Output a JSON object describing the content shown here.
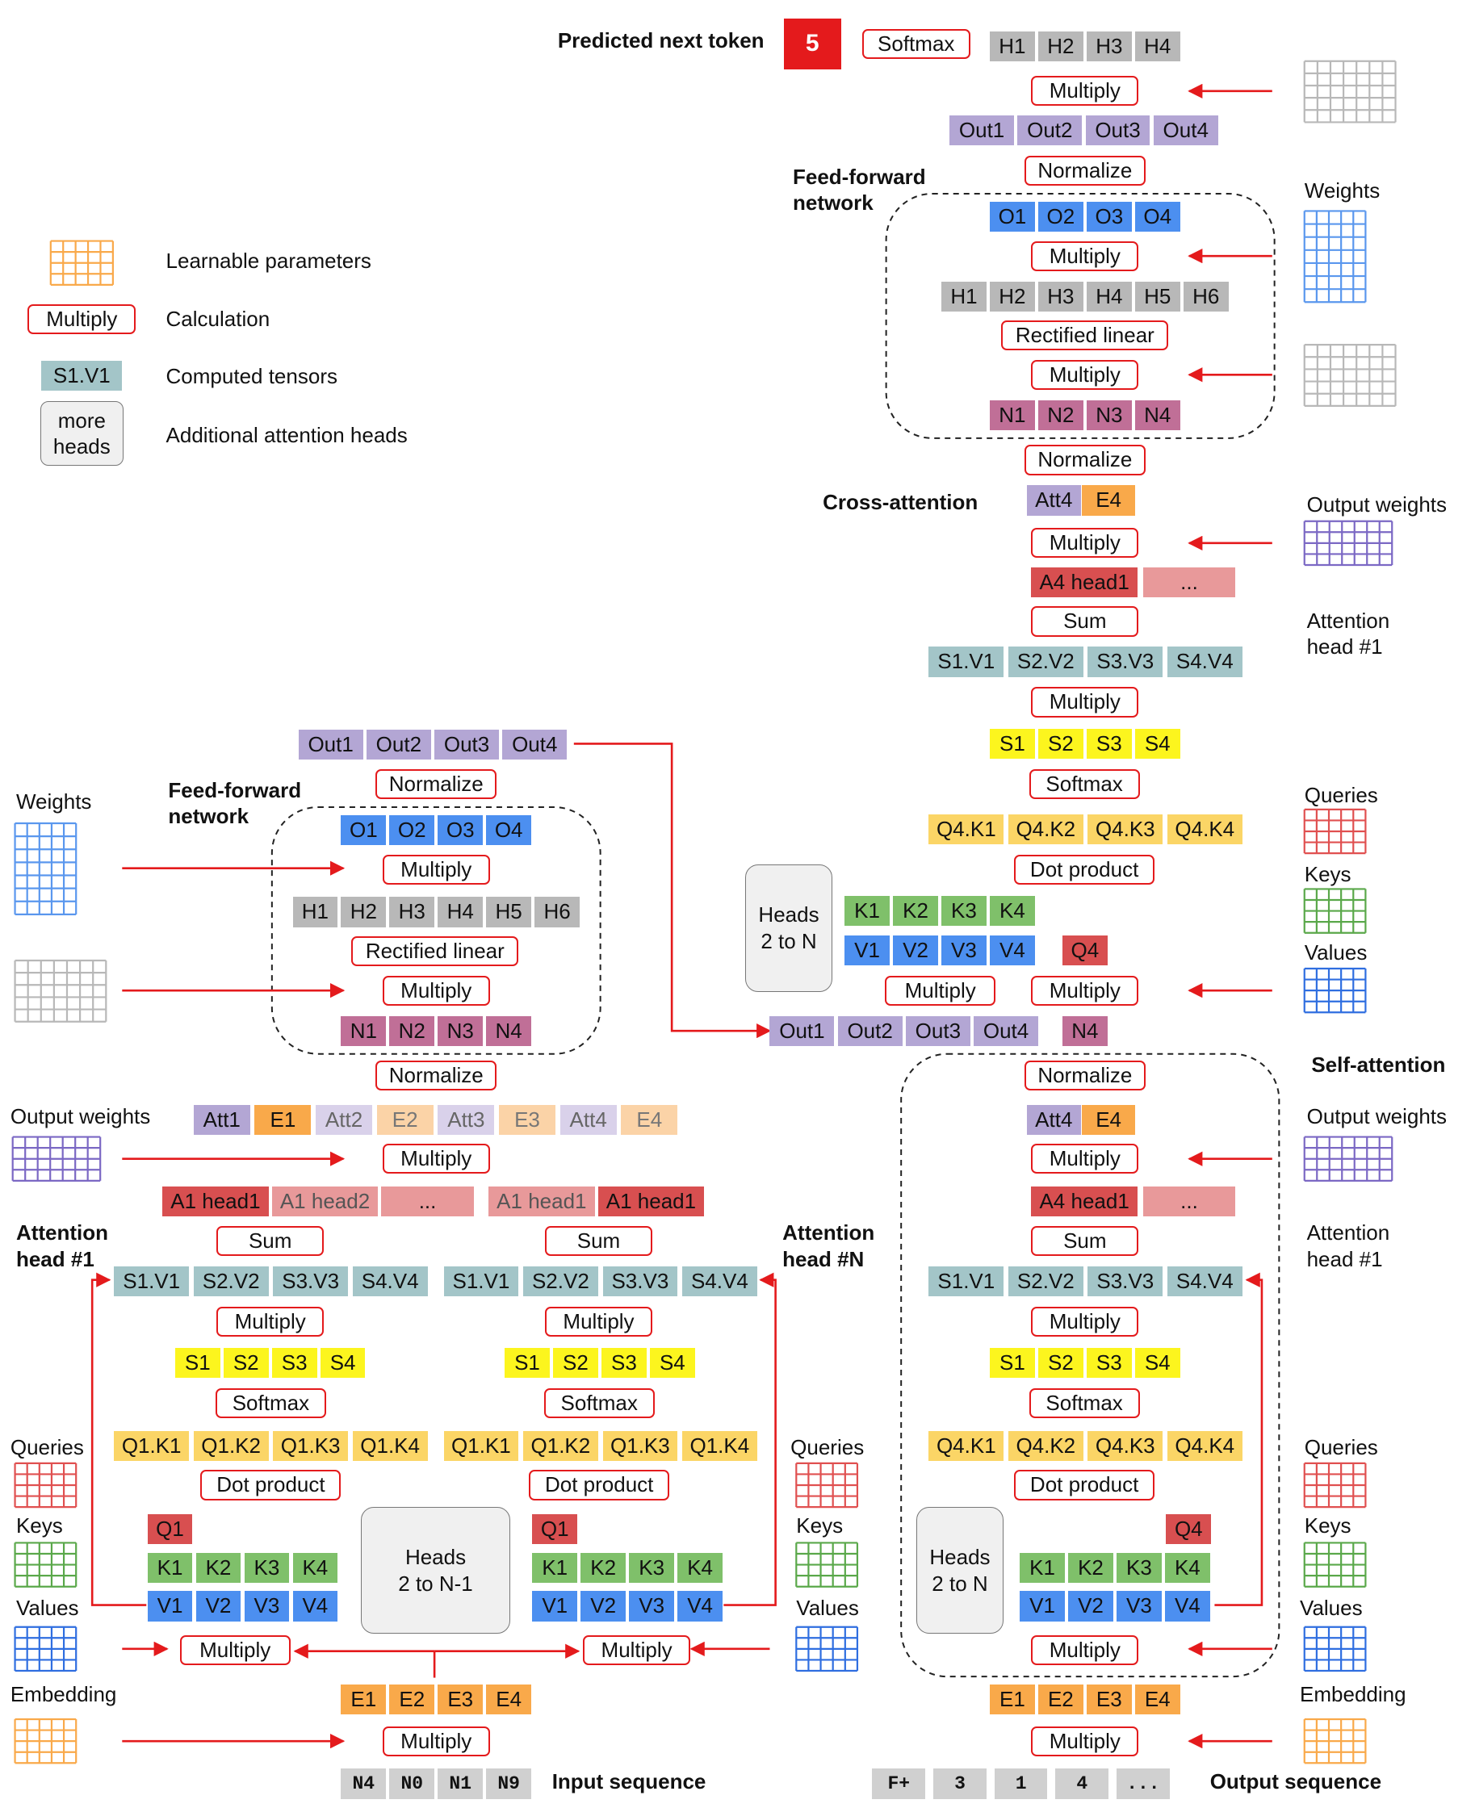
{
  "colors": {
    "gray": "#b8b8b8",
    "gray_light": "#d0d0d0",
    "purple": "#b3a6d4",
    "purple_light": "#d9d1ea",
    "blue": "#4c8ff0",
    "mauve": "#c06f97",
    "orange": "#f9a94a",
    "orange_light": "#fbd3a7",
    "red": "#d84f50",
    "red_light": "#e8999a",
    "teal": "#a3c5c8",
    "yellow": "#fcf51e",
    "gold": "#fbd566",
    "green": "#7fc06a",
    "blue_mid": "#5a97ee",
    "arrow": "#e41a1c"
  },
  "legend": {
    "learnable": "Learnable parameters",
    "calc_sample": "Multiply",
    "calc": "Calculation",
    "tensor_sample": "S1.V1",
    "tensor": "Computed tensors",
    "heads_sample": "more\nheads",
    "heads": "Additional attention heads"
  },
  "title": {
    "predicted": "Predicted next token",
    "token": "5"
  },
  "section_labels": {
    "ff_top": "Feed-forward\nnetwork",
    "ff_left": "Feed-forward\nnetwork",
    "cross": "Cross-attention",
    "self": "Self-attention",
    "head1_left": "Attention\nhead #1",
    "headN": "Attention\nhead #N",
    "input_seq": "Input sequence",
    "output_seq": "Output sequence"
  },
  "side_labels": {
    "weights_top": "Weights",
    "output_weights_cross": "Output weights",
    "attn_head1_cross": "Attention\nhead #1",
    "queries_cross": "Queries",
    "keys_cross": "Keys",
    "values_cross": "Values",
    "output_weights_self": "Output weights",
    "attn_head1_self": "Attention\nhead #1",
    "queries_self": "Queries",
    "keys_self": "Keys",
    "values_self": "Values",
    "embedding_right": "Embedding",
    "weights_left": "Weights",
    "output_weights_left": "Output weights",
    "queries_left": "Queries",
    "keys_left": "Keys",
    "values_left": "Values",
    "embedding_left": "Embedding",
    "queries_mid": "Queries",
    "keys_mid": "Keys",
    "values_mid": "Values"
  },
  "heads_boxes": {
    "cross": "Heads\n2 to N",
    "enc": "Heads\n2 to N-1",
    "self": "Heads\n2 to N"
  },
  "calcs": {
    "top_softmax": "Softmax",
    "top_multiply": "Multiply",
    "dec_norm3": "Normalize",
    "dec_ff_multiply2": "Multiply",
    "dec_ff_relu": "Rectified linear",
    "dec_ff_multiply1": "Multiply",
    "dec_norm2": "Normalize",
    "cross_out_multiply": "Multiply",
    "cross_sum": "Sum",
    "cross_sv_multiply": "Multiply",
    "cross_softmax": "Softmax",
    "cross_dot": "Dot product",
    "cross_kv_multiply": "Multiply",
    "cross_q_multiply": "Multiply",
    "self_norm": "Normalize",
    "self_out_multiply": "Multiply",
    "self_sum": "Sum",
    "self_sv_multiply": "Multiply",
    "self_softmax": "Softmax",
    "self_dot": "Dot product",
    "self_qkv_multiply": "Multiply",
    "dec_embed_multiply": "Multiply",
    "enc_norm2": "Normalize",
    "enc_ff_multiply2": "Multiply",
    "enc_ff_relu": "Rectified linear",
    "enc_ff_multiply1": "Multiply",
    "enc_norm1": "Normalize",
    "enc_out_multiply": "Multiply",
    "enc_h1_sum": "Sum",
    "enc_hN_sum": "Sum",
    "enc_h1_sv_multiply": "Multiply",
    "enc_hN_sv_multiply": "Multiply",
    "enc_h1_softmax": "Softmax",
    "enc_hN_softmax": "Softmax",
    "enc_h1_dot": "Dot product",
    "enc_hN_dot": "Dot product",
    "enc_h1_qkv_multiply": "Multiply",
    "enc_hN_qkv_multiply": "Multiply",
    "enc_embed_multiply": "Multiply"
  },
  "rows": {
    "top_H": [
      "H1",
      "H2",
      "H3",
      "H4"
    ],
    "top_Out": [
      "Out1",
      "Out2",
      "Out3",
      "Out4"
    ],
    "dec_O": [
      "O1",
      "O2",
      "O3",
      "O4"
    ],
    "dec_H": [
      "H1",
      "H2",
      "H3",
      "H4",
      "H5",
      "H6"
    ],
    "dec_N": [
      "N1",
      "N2",
      "N3",
      "N4"
    ],
    "cross_AttE": [
      "Att4",
      "E4"
    ],
    "cross_A": [
      "A4 head1",
      "..."
    ],
    "cross_SV": [
      "S1.V1",
      "S2.V2",
      "S3.V3",
      "S4.V4"
    ],
    "cross_S": [
      "S1",
      "S2",
      "S3",
      "S4"
    ],
    "cross_QK": [
      "Q4.K1",
      "Q4.K2",
      "Q4.K3",
      "Q4.K4"
    ],
    "cross_K": [
      "K1",
      "K2",
      "K3",
      "K4"
    ],
    "cross_V": [
      "V1",
      "V2",
      "V3",
      "V4"
    ],
    "cross_Q": [
      "Q4"
    ],
    "cross_Out": [
      "Out1",
      "Out2",
      "Out3",
      "Out4"
    ],
    "cross_N": [
      "N4"
    ],
    "self_AttE": [
      "Att4",
      "E4"
    ],
    "self_A": [
      "A4 head1",
      "..."
    ],
    "self_SV": [
      "S1.V1",
      "S2.V2",
      "S3.V3",
      "S4.V4"
    ],
    "self_S": [
      "S1",
      "S2",
      "S3",
      "S4"
    ],
    "self_QK": [
      "Q4.K1",
      "Q4.K2",
      "Q4.K3",
      "Q4.K4"
    ],
    "self_Q": [
      "Q4"
    ],
    "self_K": [
      "K1",
      "K2",
      "K3",
      "K4"
    ],
    "self_V": [
      "V1",
      "V2",
      "V3",
      "V4"
    ],
    "dec_E": [
      "E1",
      "E2",
      "E3",
      "E4"
    ],
    "out_tokens": [
      "F+",
      "3",
      "1",
      "4",
      "..."
    ],
    "enc_Out": [
      "Out1",
      "Out2",
      "Out3",
      "Out4"
    ],
    "enc_O": [
      "O1",
      "O2",
      "O3",
      "O4"
    ],
    "enc_H": [
      "H1",
      "H2",
      "H3",
      "H4",
      "H5",
      "H6"
    ],
    "enc_N": [
      "N1",
      "N2",
      "N3",
      "N4"
    ],
    "enc_AttE": [
      "Att1",
      "E1",
      "Att2",
      "E2",
      "Att3",
      "E3",
      "Att4",
      "E4"
    ],
    "enc_A_left": [
      "A1 head1",
      "A1 head2",
      "..."
    ],
    "enc_A_right": [
      "A1 head1",
      "A1 head1"
    ],
    "enc_h1_SV": [
      "S1.V1",
      "S2.V2",
      "S3.V3",
      "S4.V4"
    ],
    "enc_hN_SV": [
      "S1.V1",
      "S2.V2",
      "S3.V3",
      "S4.V4"
    ],
    "enc_h1_S": [
      "S1",
      "S2",
      "S3",
      "S4"
    ],
    "enc_hN_S": [
      "S1",
      "S2",
      "S3",
      "S4"
    ],
    "enc_h1_QK": [
      "Q1.K1",
      "Q1.K2",
      "Q1.K3",
      "Q1.K4"
    ],
    "enc_hN_QK": [
      "Q1.K1",
      "Q1.K2",
      "Q1.K3",
      "Q1.K4"
    ],
    "enc_h1_Q": [
      "Q1"
    ],
    "enc_hN_Q": [
      "Q1"
    ],
    "enc_h1_K": [
      "K1",
      "K2",
      "K3",
      "K4"
    ],
    "enc_hN_K": [
      "K1",
      "K2",
      "K3",
      "K4"
    ],
    "enc_h1_V": [
      "V1",
      "V2",
      "V3",
      "V4"
    ],
    "enc_hN_V": [
      "V1",
      "V2",
      "V3",
      "V4"
    ],
    "enc_E": [
      "E1",
      "E2",
      "E3",
      "E4"
    ],
    "in_tokens": [
      "N4",
      "N0",
      "N1",
      "N9"
    ]
  }
}
